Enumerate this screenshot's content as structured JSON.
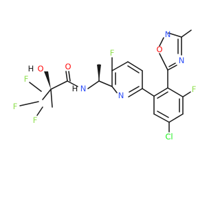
{
  "molecule": {
    "atom_labels": {
      "o_hydroxyl": "O",
      "h_hydroxyl": "H",
      "o_carbonyl": "O",
      "f_cf3_top": "F",
      "f_cf3_left": "F",
      "f_cf3_bottom": "F",
      "n_amide": "N",
      "h_amide": "H",
      "f_pyridine": "F",
      "n_pyridine": "N",
      "o_oxadiazole": "O",
      "n_oxadiazole_top": "N",
      "n_oxadiazole_bottom": "N",
      "f_phenyl": "F",
      "cl_phenyl": "Cl"
    },
    "colors": {
      "bond": "#1a1a1a",
      "oxygen": "#ff0d0d",
      "nitrogen": "#3050f8",
      "fluorine": "#90e050",
      "chlorine": "#1ff01f",
      "hydrogen": "#1a1a1a"
    }
  }
}
